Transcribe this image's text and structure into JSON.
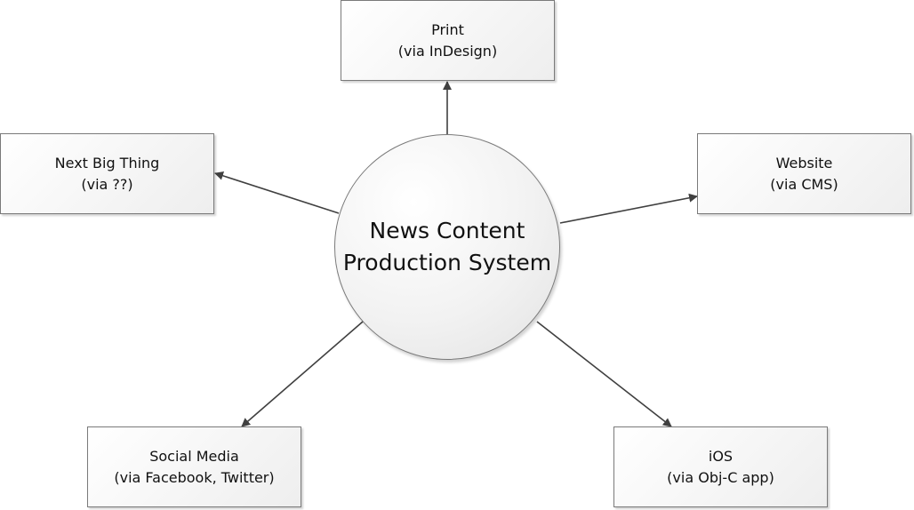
{
  "hub": {
    "line1": "News Content",
    "line2": "Production System"
  },
  "nodes": {
    "print": {
      "title": "Print",
      "subtitle": "(via InDesign)"
    },
    "nextbig": {
      "title": "Next Big Thing",
      "subtitle": "(via ??)"
    },
    "website": {
      "title": "Website",
      "subtitle": "(via CMS)"
    },
    "social": {
      "title": "Social Media",
      "subtitle": "(via Facebook, Twitter)"
    },
    "ios": {
      "title": "iOS",
      "subtitle": "(via Obj-C app)"
    }
  },
  "edges": [
    {
      "from": "hub",
      "to": "print"
    },
    {
      "from": "hub",
      "to": "nextbig"
    },
    {
      "from": "hub",
      "to": "website"
    },
    {
      "from": "hub",
      "to": "social"
    },
    {
      "from": "hub",
      "to": "ios"
    }
  ],
  "colors": {
    "connector": "#404040",
    "border": "#7a7a7a"
  }
}
